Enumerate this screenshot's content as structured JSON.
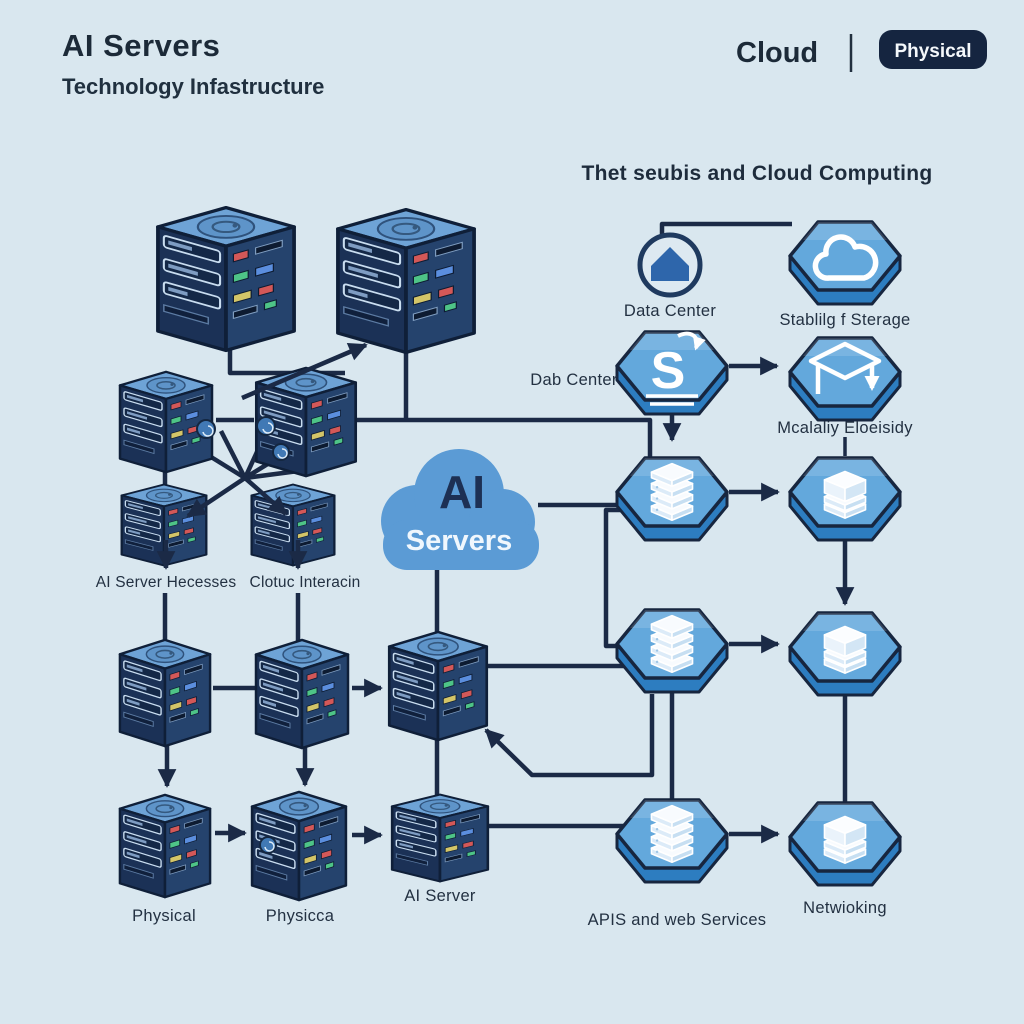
{
  "header": {
    "title": "AI Servers",
    "subtitle": "Technology Infastructure"
  },
  "legend": {
    "cloud_label": "Cloud",
    "divider": "|",
    "physical_label": "Physical"
  },
  "heading": "Thet seubis and Cloud Computing",
  "cloud_node": {
    "line1": "AI",
    "line2": "Servers"
  },
  "labels": {
    "data_center": "Data Center",
    "storage": "Stablilg f Sterage",
    "dab_center": "Dab Center",
    "scalability": "Mcalaliy Eloeisidy",
    "ai_server_hecesses": "AI Server Hecesses",
    "clotuc_interacin": "Clotuc Interacin",
    "physical_1": "Physical",
    "physical_2": "Physicca",
    "ai_server": "AI Server",
    "apis": "APIS and web Services",
    "networking": "Netwioking"
  },
  "colors": {
    "background": "#d9e7ef",
    "line_navy": "#1b2a46",
    "tower_top": "#6ea3d6",
    "tower_left": "#1b3156",
    "tower_right": "#25436d",
    "hex_top": "#63a8dc",
    "hex_side": "#2d7dc0",
    "cloud_blue": "#5b9bd5",
    "pill_navy": "#152540",
    "led_red": "#d35858",
    "led_green": "#4ec487",
    "led_blue": "#5b8ede",
    "led_yellow": "#d3c568"
  }
}
